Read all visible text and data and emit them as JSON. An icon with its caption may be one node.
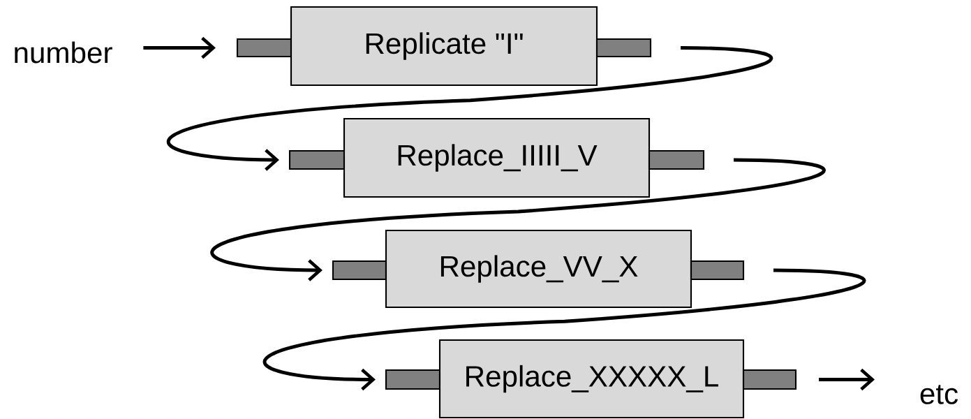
{
  "diagram": {
    "nodes": [
      {
        "text": [
          "number"
        ]
      },
      {
        "text": [],
        "shape": "bar"
      },
      {
        "text": [
          "Replicate \"I\""
        ]
      },
      {
        "text": [],
        "shape": "bar"
      },
      {
        "text": [],
        "shape": "bar"
      },
      {
        "text": [
          "Replace_IIIII_V"
        ]
      },
      {
        "text": [],
        "shape": "bar"
      },
      {
        "text": [],
        "shape": "bar"
      },
      {
        "text": [
          "Replace_VV_X"
        ]
      },
      {
        "text": [],
        "shape": "bar"
      },
      {
        "text": [],
        "shape": "bar"
      },
      {
        "text": [
          "Replace_XXXXX_L"
        ]
      },
      {
        "text": [],
        "shape": "bar"
      },
      {
        "text": [
          "etc"
        ]
      }
    ],
    "edges": [
      {
        "from": 0,
        "to": 1,
        "arrow": "to"
      },
      {
        "from": 3,
        "to": 4,
        "arrow": "to"
      },
      {
        "from": 6,
        "to": 7,
        "arrow": "to"
      },
      {
        "from": 9,
        "to": 10,
        "arrow": "to"
      },
      {
        "from": 12,
        "to": 13,
        "arrow": "to"
      }
    ]
  }
}
